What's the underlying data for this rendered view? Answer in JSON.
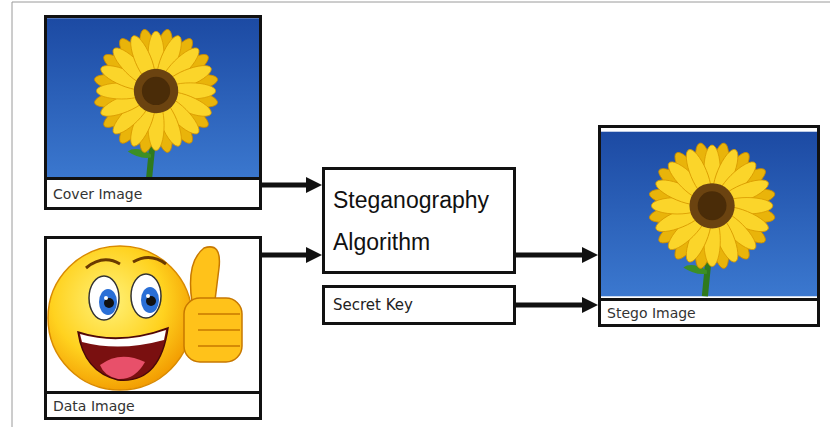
{
  "diagram": {
    "nodes": [
      {
        "text": [
          "Cover Image"
        ]
      },
      {
        "text": [
          "Data Image"
        ]
      },
      {
        "text": [
          "Steganography Algorithm"
        ]
      },
      {
        "text": [
          "Secret Key"
        ]
      },
      {
        "text": [
          "Stego Image"
        ]
      }
    ],
    "edges": [
      {
        "from": 0,
        "to": 2,
        "arrow": "to"
      },
      {
        "from": 1,
        "to": 2,
        "arrow": "to"
      },
      {
        "from": 2,
        "to": 4,
        "arrow": "to"
      },
      {
        "from": 3,
        "to": 4,
        "arrow": "to"
      }
    ]
  }
}
